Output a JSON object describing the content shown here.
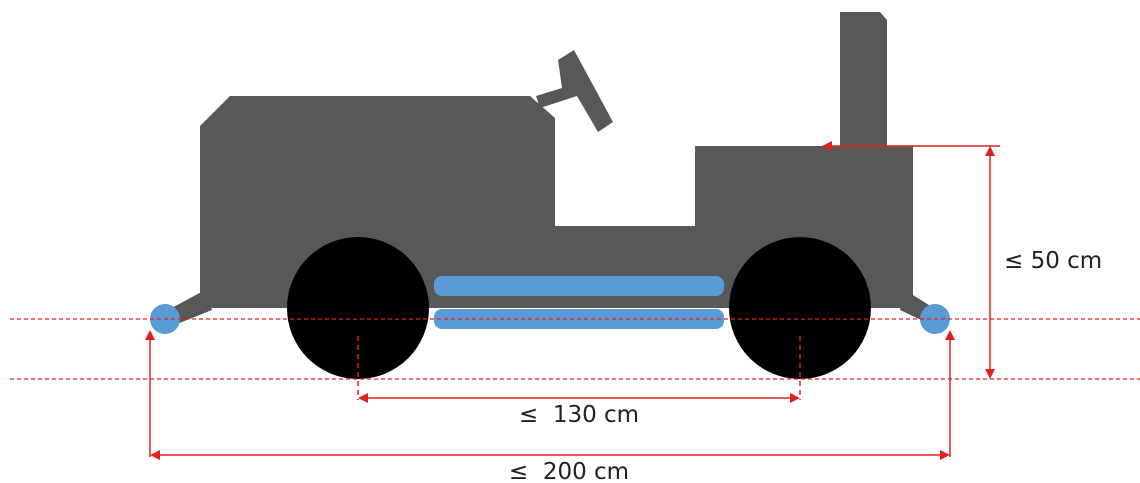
{
  "labels": {
    "height_limit": "≤ 50 cm",
    "axle_spacing": "≤  130 cm",
    "total_length": "≤  200 cm"
  },
  "colors": {
    "body": "#585858",
    "wheel": "#000000",
    "bumper": "#5b9bd5",
    "dimension_line": "#e02020",
    "reference_line": "#e02020",
    "label_text": "#222222",
    "background": "#ffffff"
  }
}
